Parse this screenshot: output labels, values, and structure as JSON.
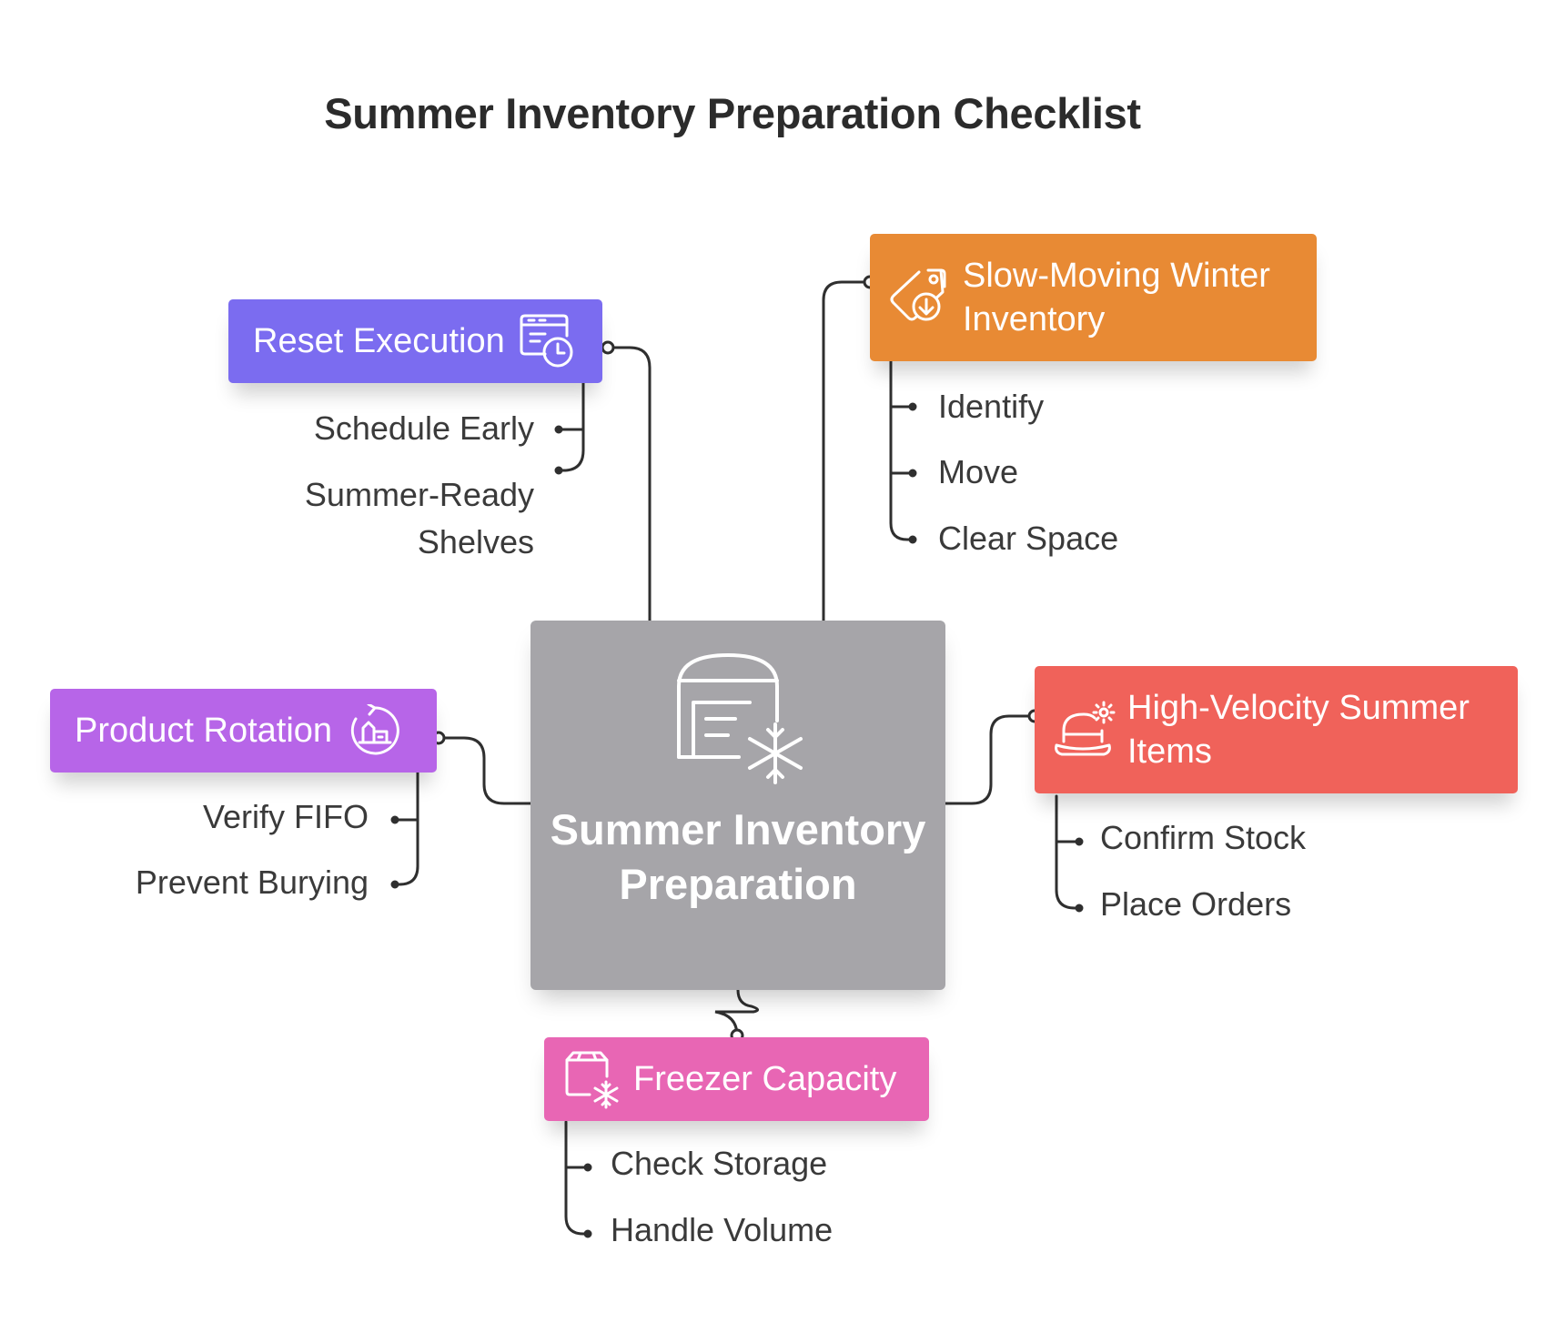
{
  "title": "Summer Inventory Preparation Checklist",
  "center": {
    "label": "Summer Inventory Preparation",
    "icon": "freezer-snowflake-icon"
  },
  "categories": [
    {
      "id": "reset",
      "label": "Reset Execution",
      "color": "#7b6cf0",
      "icon": "calendar-clock-icon",
      "items": [
        "Schedule Early",
        "Summer-Ready Shelves"
      ]
    },
    {
      "id": "winter",
      "label": "Slow-Moving Winter Inventory",
      "color": "#e88a34",
      "icon": "tag-download-icon",
      "items": [
        "Identify",
        "Move",
        "Clear Space"
      ]
    },
    {
      "id": "rotation",
      "label": "Product Rotation",
      "color": "#b765e8",
      "icon": "rotation-icon",
      "items": [
        "Verify FIFO",
        "Prevent Burying"
      ]
    },
    {
      "id": "summer",
      "label": "High-Velocity Summer Items",
      "color": "#f0625a",
      "icon": "sun-hat-icon",
      "items": [
        "Confirm Stock",
        "Place Orders"
      ]
    },
    {
      "id": "freezer",
      "label": "Freezer Capacity",
      "color": "#e866b4",
      "icon": "freezer-box-icon",
      "items": [
        "Check Storage",
        "Handle Volume"
      ]
    }
  ]
}
